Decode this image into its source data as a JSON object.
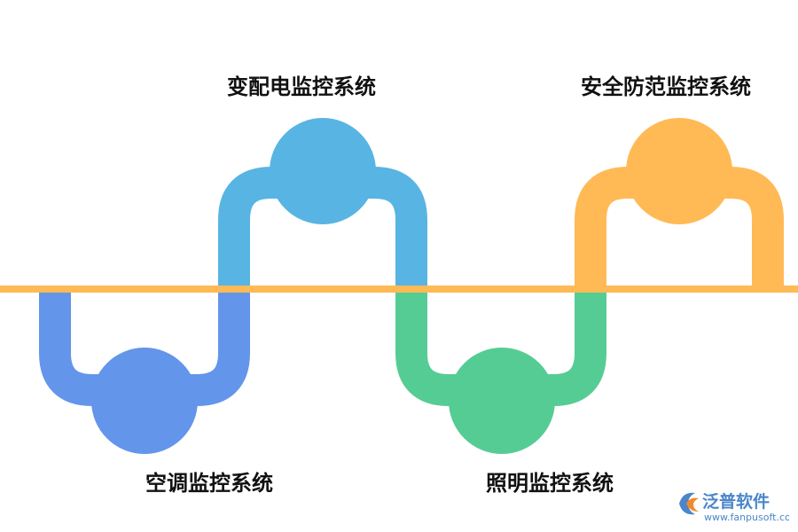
{
  "colors": {
    "background": "#ffffff",
    "timeline": "#ffba55",
    "air_conditioning": "#6395ea",
    "power_distribution": "#58b4e2",
    "lighting": "#56cc95",
    "security": "#ffba55",
    "label_text": "#111111",
    "logo_blue": "#4a86c9",
    "logo_orange": "#f08a2c"
  },
  "labels": {
    "air_conditioning": "空调监控系统",
    "power_distribution": "变配电监控系统",
    "lighting": "照明监控系统",
    "security": "安全防范监控系统"
  },
  "logo": {
    "name": "泛普软件",
    "url": "www.fanpusoft.com"
  }
}
